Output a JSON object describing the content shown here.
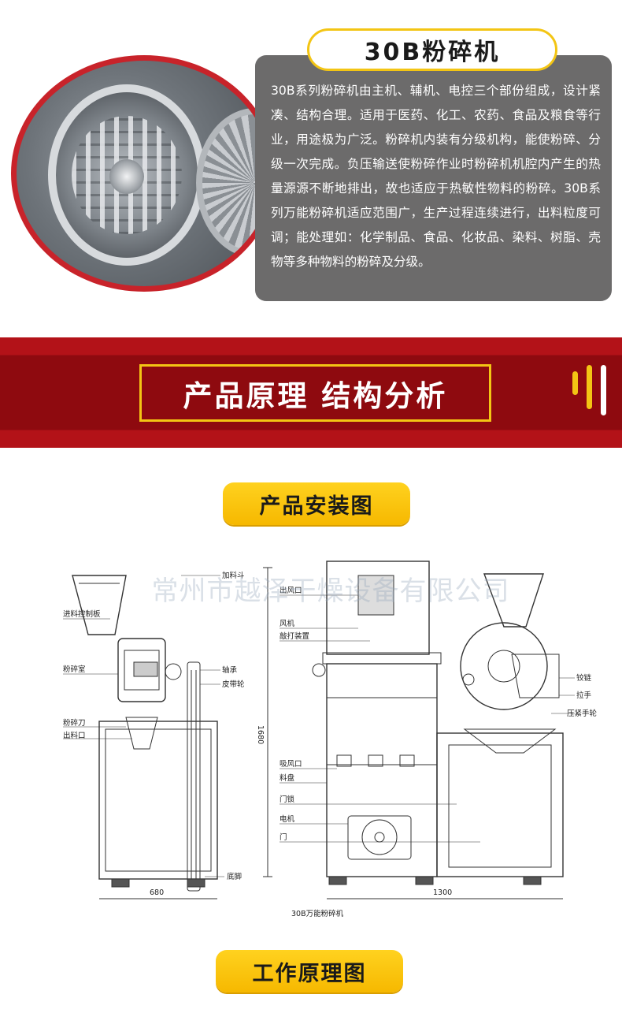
{
  "intro": {
    "title": "30B粉碎机",
    "description": "30B系列粉碎机由主机、辅机、电控三个部份组成，设计紧凑、结构合理。适用于医药、化工、农药、食品及粮食等行业，用途极为广泛。粉碎机内装有分级机构，能使粉碎、分级一次完成。负压输送使粉碎作业时粉碎机机腔内产生的热量源源不断地排出，故也适应于热敏性物料的粉碎。30B系列万能粉碎机适应范围广，生产过程连续进行，出料粒度可调；能处理如：化学制品、食品、化妆品、染料、树脂、壳物等多种物料的粉碎及分级。"
  },
  "banner": {
    "title": "产品原理 结构分析"
  },
  "install_section": {
    "label": "产品安装图"
  },
  "work_section": {
    "label": "工作原理图"
  },
  "drawing": {
    "watermark": "常州市越泽干燥设备有限公司",
    "caption": "30B万能粉碎机",
    "labels_left": [
      "加料斗",
      "进料控制板",
      "粉碎室",
      "轴承",
      "皮带轮",
      "粉碎刀",
      "出料口",
      "底脚"
    ],
    "labels_mid": [
      "出风口",
      "风机",
      "敲打装置",
      "吸风口",
      "料盘",
      "门锁",
      "电机",
      "门"
    ],
    "labels_right": [
      "铰链",
      "拉手",
      "压紧手轮"
    ],
    "dim_height": "1680",
    "dim_width_left": "680",
    "dim_width_mid": "1300"
  },
  "colors": {
    "accent_red": "#b31218",
    "accent_yellow": "#f3c514",
    "box_gray": "#6c6b6b"
  }
}
